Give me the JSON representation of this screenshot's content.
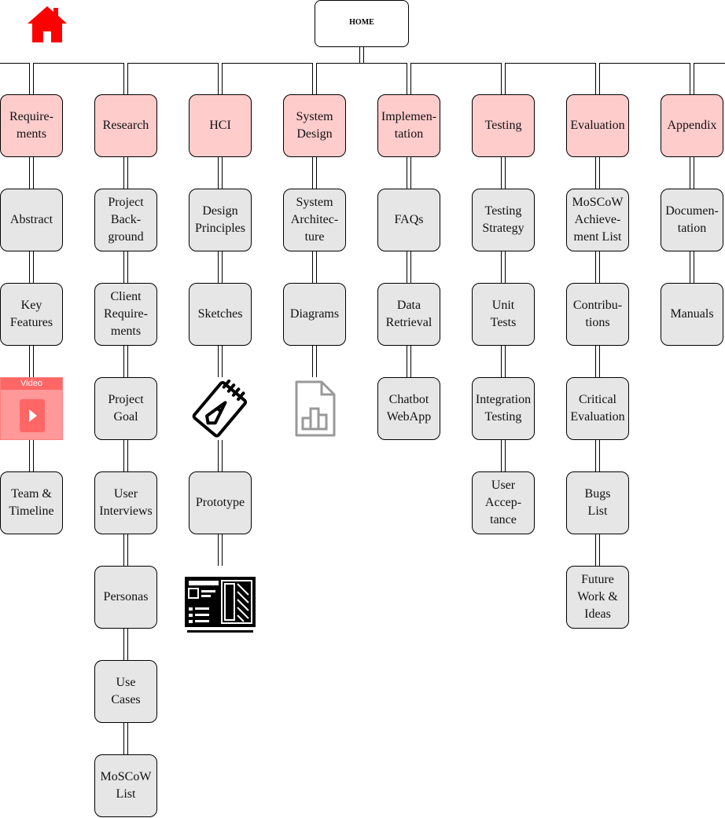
{
  "home": {
    "label": "HOME",
    "icon": "home-icon",
    "color": "#ff0000"
  },
  "columns": [
    {
      "category": "Require-\nments",
      "items": [
        "Abstract",
        "Key\nFeatures",
        "Team &\nTimeline"
      ]
    },
    {
      "category": "Research",
      "items": [
        "Project\nBack-\nground",
        "Client\nRequire-\nments",
        "Project\nGoal",
        "User\nInterviews",
        "Personas",
        "Use\nCases",
        "MoSCoW\nList"
      ]
    },
    {
      "category": "HCI",
      "items": [
        "Design\nPrinciples",
        "Sketches",
        "Prototype"
      ]
    },
    {
      "category": "System\nDesign",
      "items": [
        "System\nArchitec-\nture",
        "Diagrams"
      ]
    },
    {
      "category": "Implemen-\ntation",
      "items": [
        "FAQs",
        "Data\nRetrieval",
        "Chatbot\nWebApp"
      ]
    },
    {
      "category": "Testing",
      "items": [
        "Testing\nStrategy",
        "Unit\nTests",
        "Integration\nTesting",
        "User\nAccep-\ntance"
      ]
    },
    {
      "category": "Evaluation",
      "items": [
        "MoSCoW\nAchieve-\nment List",
        "Contribu-\ntions",
        "Critical\nEvaluation",
        "Bugs\nList",
        "Future\nWork &\nIdeas"
      ]
    },
    {
      "category": "Appendix",
      "items": [
        "Documen-\ntation",
        "Manuals"
      ]
    }
  ],
  "video": {
    "label": "Video",
    "icon": "video-play-icon"
  },
  "icons": {
    "sketch": "notepad-pencil-icon",
    "diagram": "chart-document-icon",
    "prototype": "wireframe-icon"
  },
  "colors": {
    "category_fill": "#ffcccc",
    "item_fill": "#e6e6e6",
    "video_fill": "#ff9999",
    "home_red": "#ff0000"
  }
}
